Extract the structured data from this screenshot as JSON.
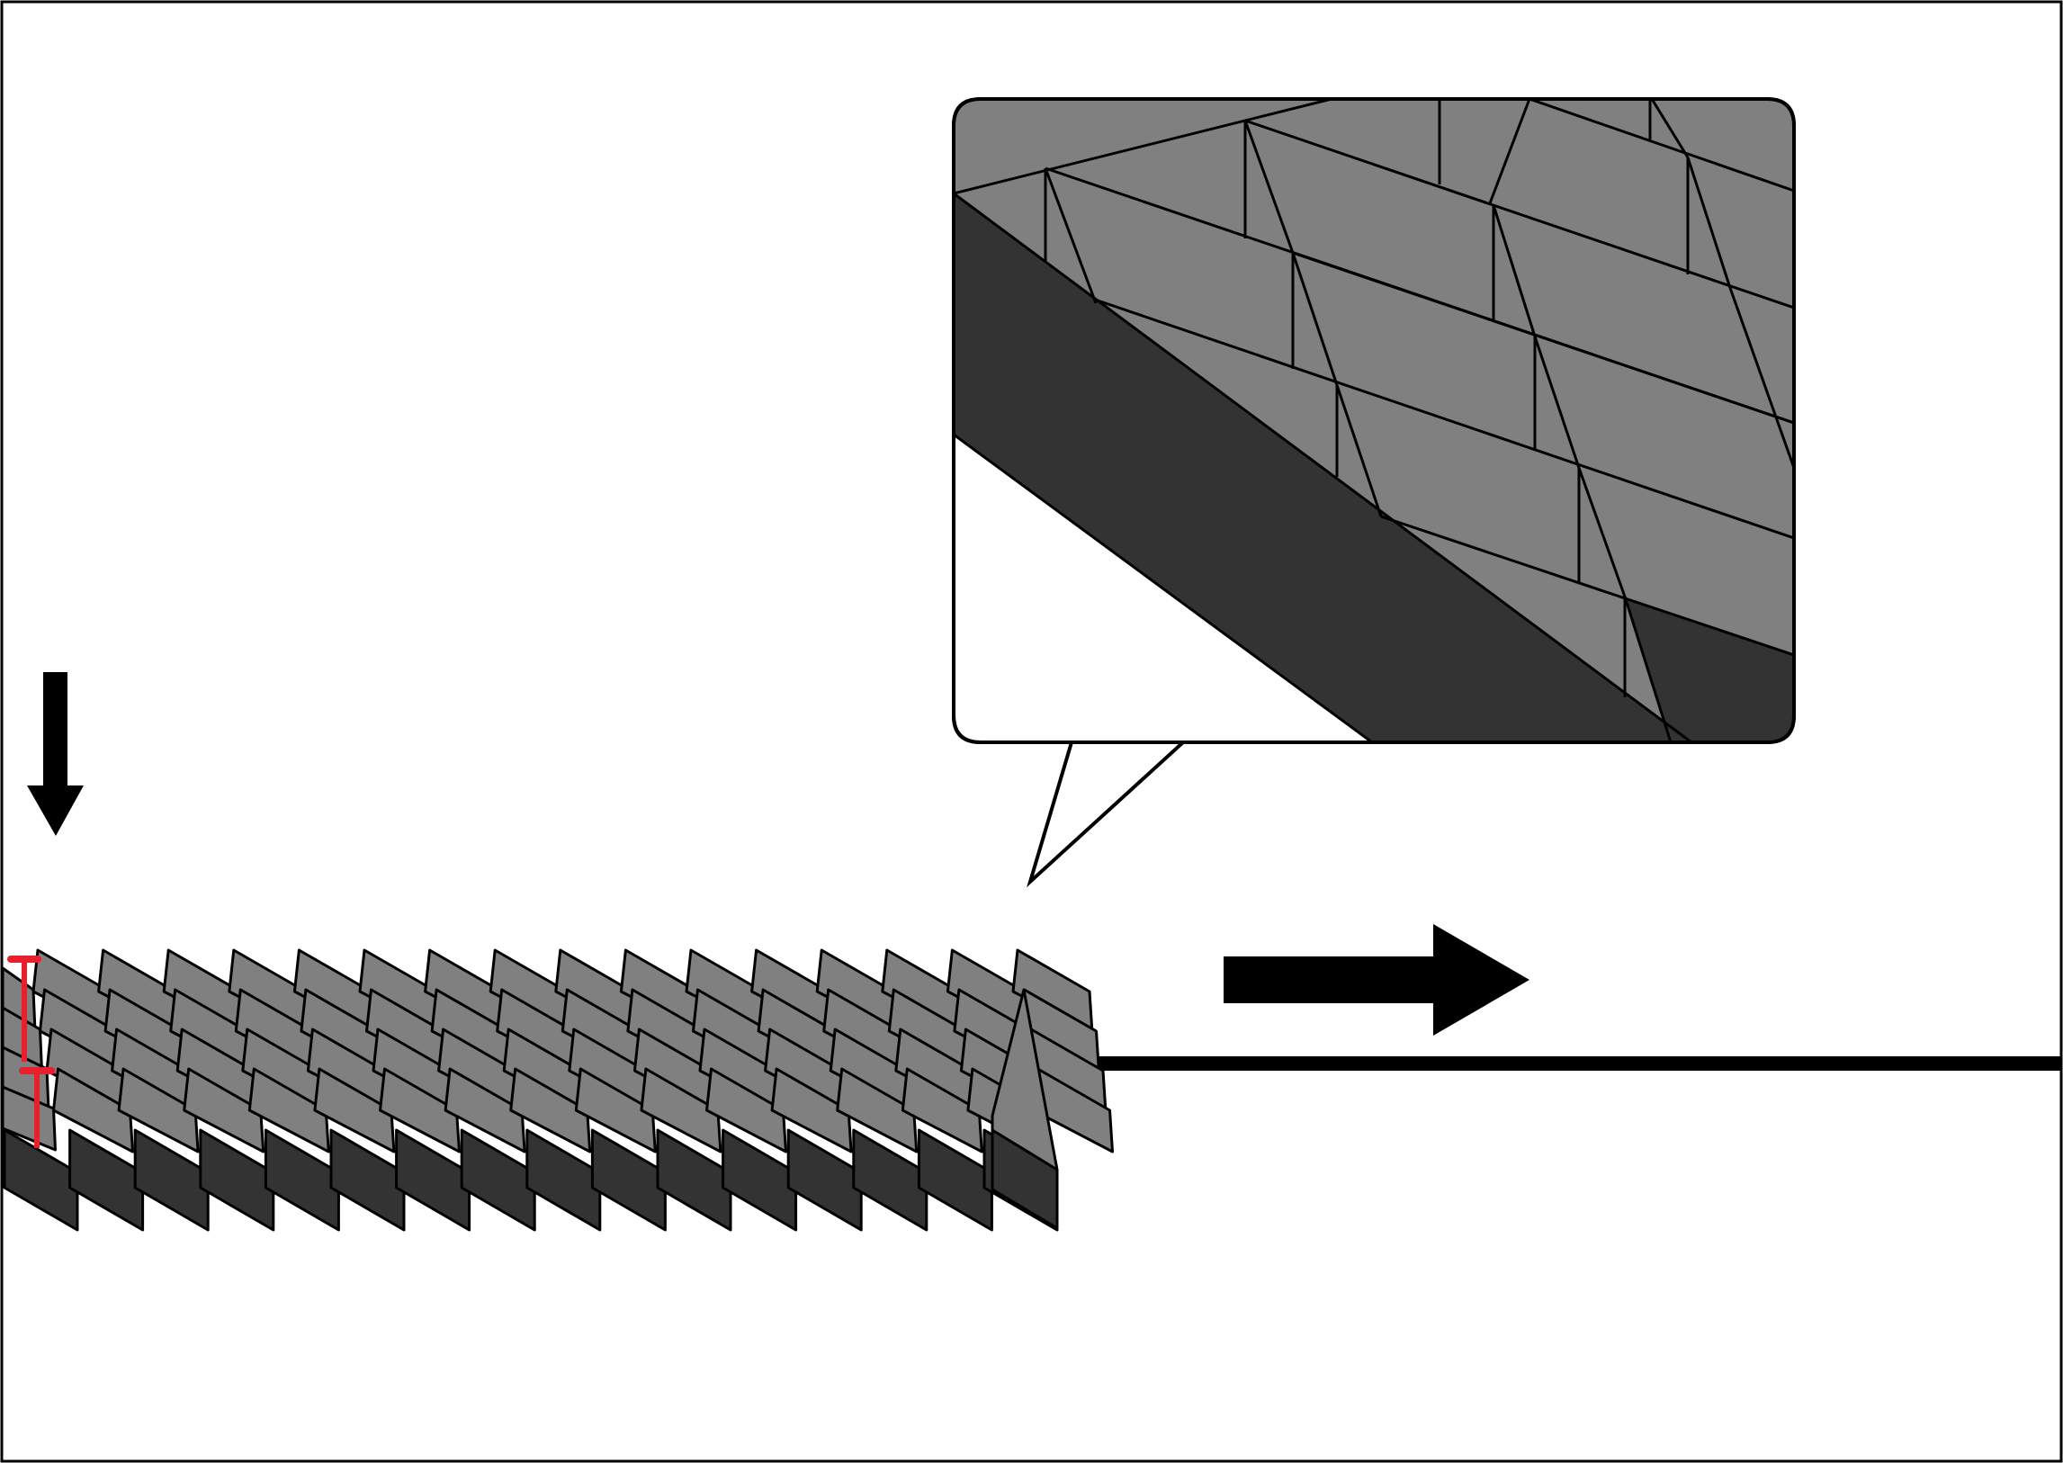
{
  "figure": {
    "colors": {
      "background": "#ffffff",
      "outline": "#000000",
      "tile_light": "#808080",
      "tile_dark": "#333333",
      "marker": "#e8202e"
    },
    "icons": {
      "down_arrow": "arrow-down",
      "right_arrow": "arrow-right",
      "spacing_marker": "dimension-bracket"
    }
  }
}
